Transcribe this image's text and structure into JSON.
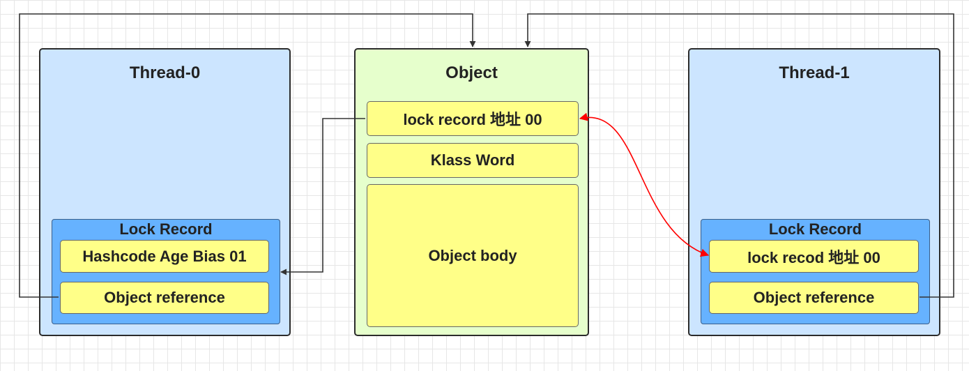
{
  "thread0": {
    "title": "Thread-0",
    "lock_record": {
      "title": "Lock Record",
      "mark_word": "Hashcode Age Bias 01",
      "object_reference": "Object reference"
    }
  },
  "object": {
    "title": "Object",
    "mark_word": "lock  record 地址 00",
    "klass_word": "Klass Word",
    "body": "Object body"
  },
  "thread1": {
    "title": "Thread-1",
    "lock_record": {
      "title": "Lock Record",
      "mark_word": "lock recod 地址 00",
      "object_reference": "Object reference"
    }
  },
  "colors": {
    "thread_fill": "#cce5ff",
    "object_fill": "#e6ffcc",
    "lock_record_fill": "#66b2ff",
    "cell_fill": "#ffff88",
    "cas_arrow": "#ff0000",
    "connector": "#333333"
  }
}
